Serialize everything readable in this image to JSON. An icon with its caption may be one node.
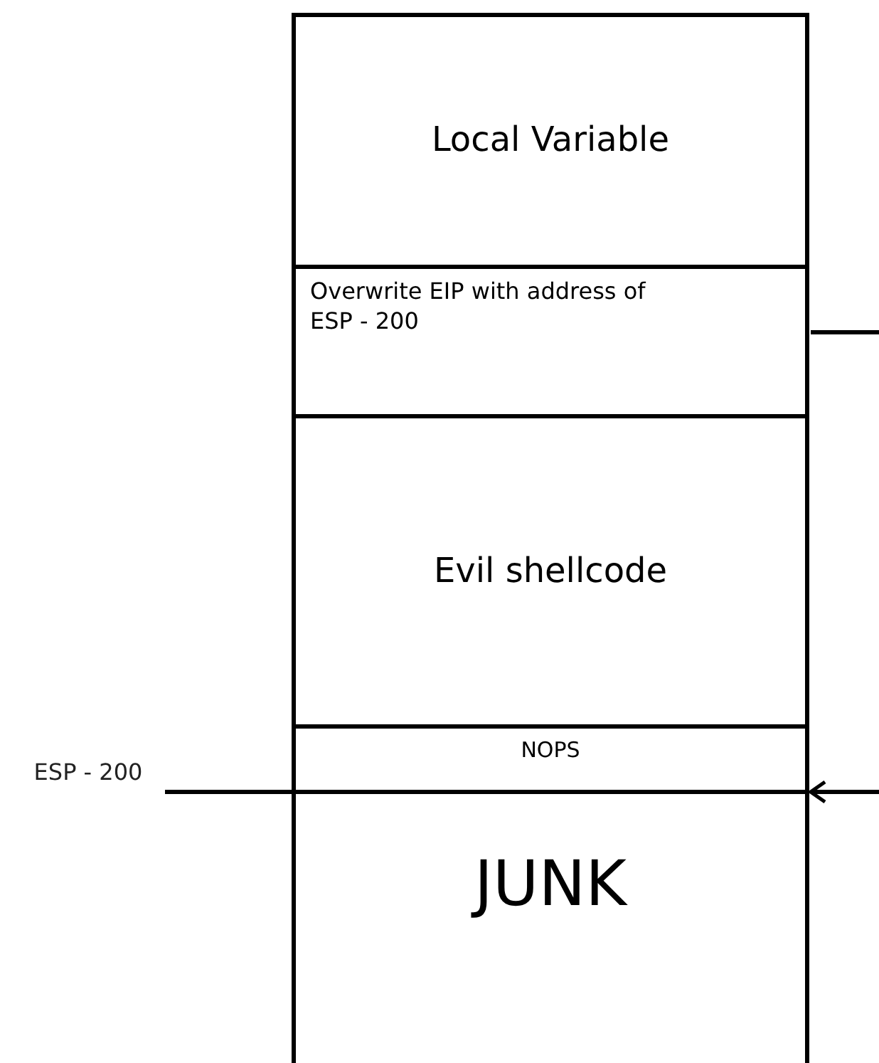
{
  "diagram": {
    "nodes": [
      {
        "text": [
          "Local Variable"
        ]
      },
      {
        "text": [
          "Overwrite EIP with address of ESP - 200"
        ]
      },
      {
        "text": [
          "Evil shellcode"
        ]
      },
      {
        "text": [
          "NOPS"
        ]
      },
      {
        "text": [
          "JUNK"
        ]
      },
      {
        "text": [
          "ESP - 200"
        ]
      }
    ],
    "edges": [
      {
        "from": 1,
        "to": null,
        "arrow": "none"
      },
      {
        "from": null,
        "to": 3,
        "arrow": "to"
      },
      {
        "from": 5,
        "to": 3,
        "arrow": "none"
      }
    ]
  }
}
